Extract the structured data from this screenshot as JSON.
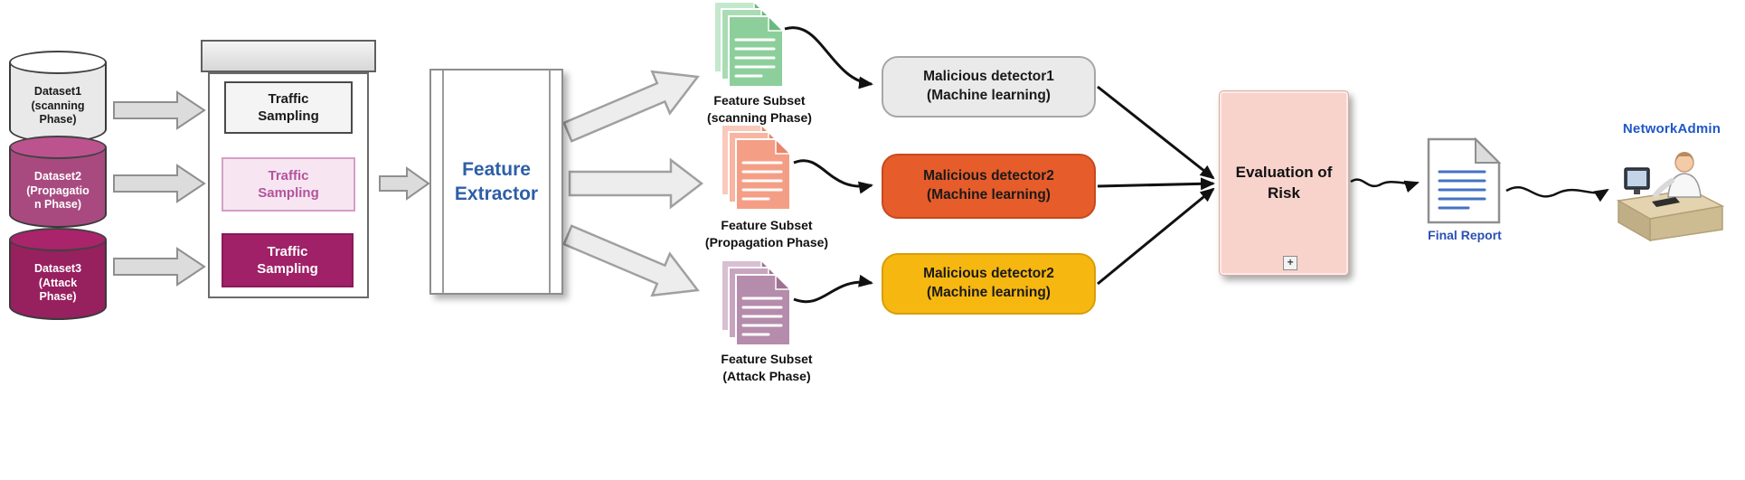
{
  "diagram": {
    "datasets": [
      {
        "text": "Dataset1\n(scanning\nPhase)",
        "fill": "#e9e9e9",
        "text_color": "#1a1a1a"
      },
      {
        "text": "Dataset2\n(Propagatio\nn Phase)",
        "fill": "#a84a80",
        "text_color": "#ffffff"
      },
      {
        "text": "Dataset3\n(Attack\nPhase)",
        "fill": "#97205f",
        "text_color": "#ffffff"
      }
    ],
    "sampling_panel": {
      "boxes": [
        {
          "text": "Traffic\nSampling",
          "fill": "#f4f4f4",
          "text_color": "#1a1a1a",
          "border": "#4a4a4a"
        },
        {
          "text": "Traffic\nSampling",
          "fill": "#f7e6f2",
          "text_color": "#b4539c",
          "border": "#d49fc7"
        },
        {
          "text": "Traffic\nSampling",
          "fill": "#a02168",
          "text_color": "#ffffff",
          "border": "#8a1a58"
        }
      ]
    },
    "feature_extractor": {
      "text": "Feature\nExtractor",
      "text_color": "#2f5fa7"
    },
    "feature_subsets": [
      {
        "label": "Feature Subset\n(scanning Phase)",
        "front": "#8ccf9b",
        "mid": "#a9dcb5",
        "back": "#c4e8cc",
        "fold": "#69b97e"
      },
      {
        "label": "Feature Subset\n(Propagation Phase)",
        "front": "#f49e86",
        "mid": "#f7b5a2",
        "back": "#f9cabb",
        "fold": "#e8876c"
      },
      {
        "label": "Feature Subset\n(Attack Phase)",
        "front": "#b58cab",
        "mid": "#c7a5bf",
        "back": "#d8bfd2",
        "fold": "#9e7292"
      }
    ],
    "detectors": [
      {
        "text": "Malicious detector1\n(Machine learning)",
        "fill": "#eaeaea",
        "border": "#a6a6a6",
        "text_color": "#1a1a1a"
      },
      {
        "text": "Malicious detector2\n(Machine learning)",
        "fill": "#e65c2a",
        "border": "#c54a1e",
        "text_color": "#1a1a1a"
      },
      {
        "text": "Malicious detector2\n(Machine learning)",
        "fill": "#f6b711",
        "border": "#d89e0b",
        "text_color": "#1a1a1a"
      }
    ],
    "evaluation": {
      "text": "Evaluation of\nRisk",
      "fill": "#f8d3cc",
      "plus": "+"
    },
    "final_report": {
      "label": "Final Report",
      "label_color": "#2b50b4",
      "line_color": "#4472c4"
    },
    "network_admin": {
      "label": "NetworkAdmin",
      "label_color": "#1f57c8"
    }
  }
}
